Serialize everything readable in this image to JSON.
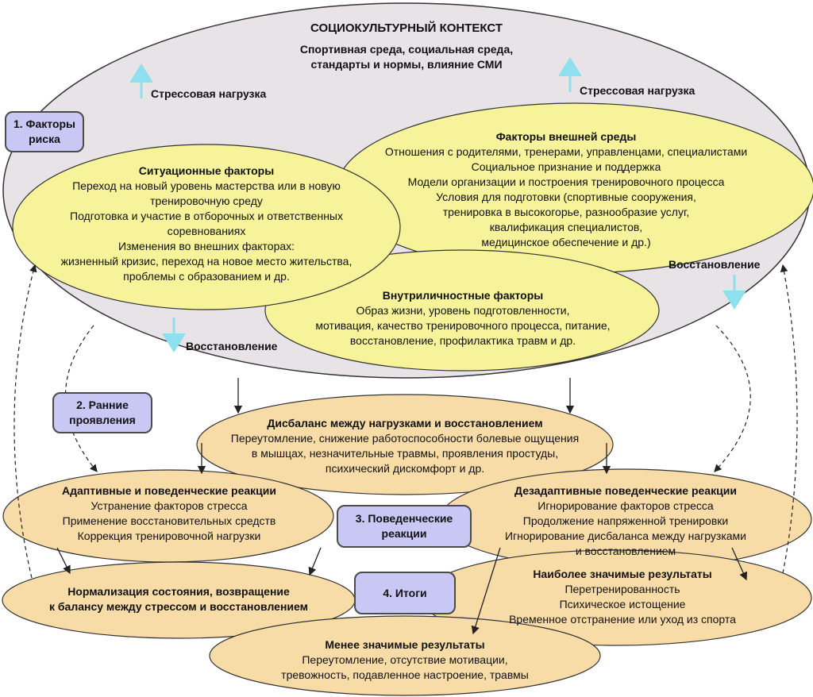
{
  "context": {
    "title": "СОЦИОКУЛЬТУРНЫЙ КОНТЕКСТ",
    "line1": "Спортивная среда, социальная среда,",
    "line2": "стандарты и нормы, влияние СМИ"
  },
  "arrow_labels": {
    "stress_left": "Стрессовая нагрузка",
    "stress_right": "Стрессовая нагрузка",
    "recovery_left": "Восстановление",
    "recovery_right": "Восстановление"
  },
  "boxes": {
    "risk": [
      "1. Факторы",
      "риска"
    ],
    "early": [
      "2. Ранние",
      "проявления"
    ],
    "behavior": [
      "3. Поведенческие",
      "реакции"
    ],
    "results": "4. Итоги"
  },
  "situational": {
    "title": "Ситуационные факторы",
    "lines": [
      "Переход на новый уровень мастерства или в новую",
      "тренировочную среду",
      "Подготовка и участие в отборочных и ответственных",
      "соревнованиях",
      "Изменения во внешних факторах:",
      "жизненный кризис, переход на новое место жительства,",
      "проблемы с образованием и др."
    ]
  },
  "external": {
    "title": "Факторы внешней среды",
    "lines": [
      "Отношения с родителями, тренерами, управленцами, специалистами",
      "Социальное признание и поддержка",
      "Модели организации и построения тренировочного процесса",
      "Условия для подготовки (спортивные сооружения,",
      "тренировка в высокогорье, разнообразие услуг,",
      "квалификация специалистов,",
      "медицинское обеспечение и др.)"
    ]
  },
  "intrapersonal": {
    "title": "Внутриличностные факторы",
    "lines": [
      "Образ жизни, уровень подготовленности,",
      "мотивация, качество тренировочного процесса, питание,",
      "восстановление, профилактика травм и др."
    ]
  },
  "imbalance": {
    "title": "Дисбаланс между нагрузками и восстановлением",
    "lines": [
      "Переутомление, снижение работоспособности болевые ощущения",
      "в мышцах, незначительные травмы, проявления простуды,",
      "психический дискомфорт и др."
    ]
  },
  "adaptive": {
    "title": "Адаптивные и поведенческие реакции",
    "lines": [
      "Устранение факторов стресса",
      "Применение восстановительных средств",
      "Коррекция тренировочной нагрузки"
    ]
  },
  "maladaptive": {
    "title": "Дезадаптивные поведенческие реакции",
    "lines": [
      "Игнорирование факторов стресса",
      "Продолжение напряженной тренировки",
      "Игнорирование дисбаланса между нагрузками",
      "и восстановлением"
    ]
  },
  "normalization": {
    "lines": [
      "Нормализация состояния, возвращение",
      "к балансу между стрессом и восстановлением"
    ]
  },
  "major_results": {
    "title": "Наиболее значимые результаты",
    "lines": [
      "Перетренированность",
      "Психическое истощение",
      "Временное отстранение или уход из спорта"
    ]
  },
  "minor_results": {
    "title": "Менее значимые результаты",
    "lines": [
      "Переутомление, отсутствие мотивации,",
      "тревожность, подавленное настроение, травмы"
    ]
  },
  "colors": {
    "context_fill": "#e8e3e6",
    "yellow": "#f6f39a",
    "orange": "#f8dca8",
    "box": "#c9c8f5",
    "arrow_cyan": "#8ee0ee"
  }
}
